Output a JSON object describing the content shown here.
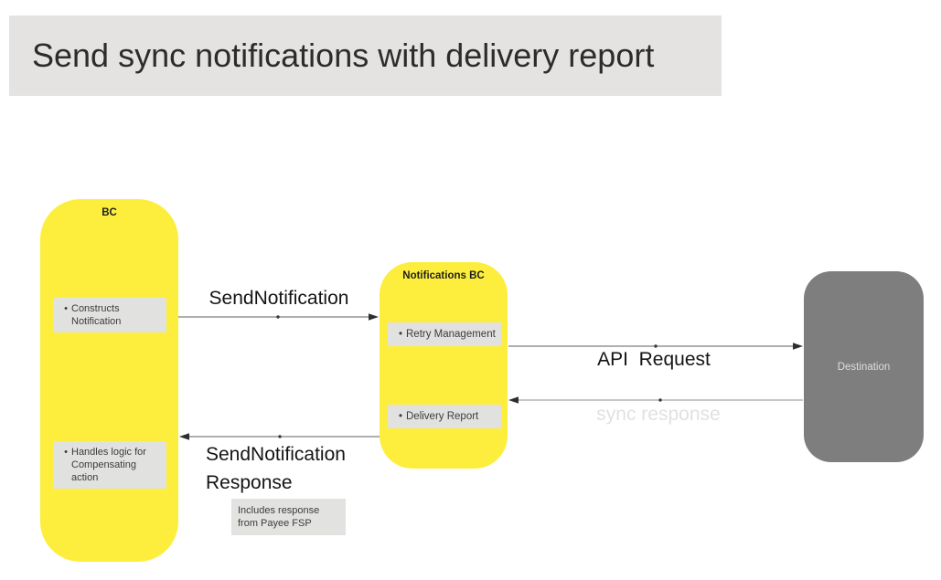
{
  "title": "Send sync notifications with delivery report",
  "icons": {
    "bullet": "•"
  },
  "colors": {
    "node_yellow": "#fdee3d",
    "inner_box_gray": "#e1e1df",
    "title_banner_gray": "#e4e3e1",
    "destination_gray": "#7e7e7e",
    "destination_text": "#dedede",
    "faint_label": "#e1e1e1",
    "connector_line": "#5f5f5f"
  },
  "nodes": {
    "bc": {
      "title": "BC",
      "items": [
        "Constructs Notification",
        "Handles logic for Compensating action"
      ]
    },
    "notifications_bc": {
      "title": "Notifications BC",
      "items": [
        "Retry Management",
        "Delivery Report"
      ]
    },
    "destination": {
      "title": "Destination"
    }
  },
  "connectors": [
    {
      "label": "SendNotification",
      "from": "BC",
      "to": "Notifications BC"
    },
    {
      "label": "API  Request",
      "from": "Notifications BC",
      "to": "Destination"
    },
    {
      "label": "sync response",
      "from": "Destination",
      "to": "Notifications BC"
    },
    {
      "label": "SendNotification Response",
      "from": "Notifications BC",
      "to": "BC"
    }
  ],
  "note": {
    "text": "Includes response from Payee FSP"
  }
}
